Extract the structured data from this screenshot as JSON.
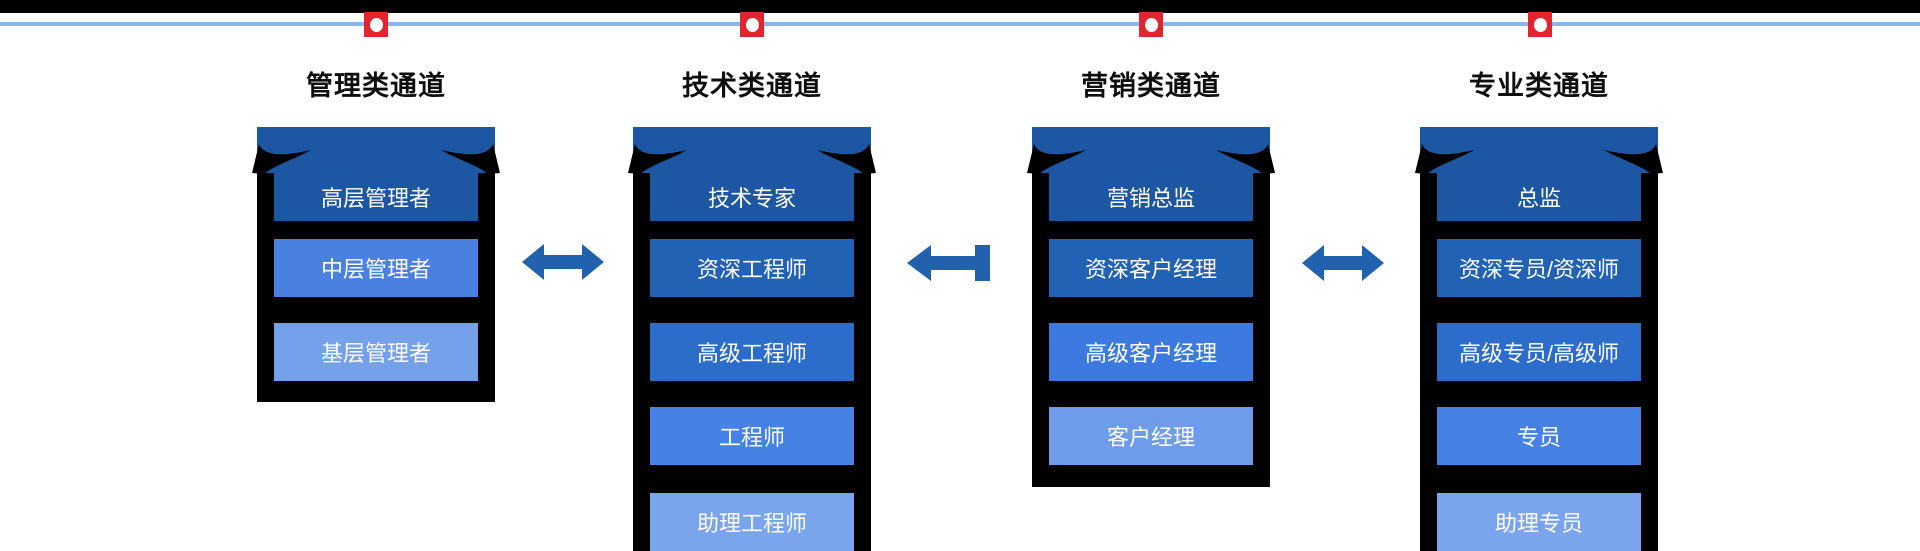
{
  "page": {
    "background_color": "#ffffff",
    "top_bar_color": "#000000",
    "divider_line_color": "#8ab6f0",
    "marker_color": "#e2242f",
    "marker_dot_color": "#ffffff",
    "frame_color": "#000000",
    "arrow_color": "#2161ae",
    "level_text_color": "#ffffff",
    "title_text_color": "#0f0f0f"
  },
  "columns": [
    {
      "title": "管理类通道",
      "levels": [
        {
          "label": "高层管理者",
          "color": "#1d56a3"
        },
        {
          "label": "中层管理者",
          "color": "#4a80e0"
        },
        {
          "label": "基层管理者",
          "color": "#74a1ea"
        }
      ]
    },
    {
      "title": "技术类通道",
      "levels": [
        {
          "label": "技术专家",
          "color": "#1d56a3"
        },
        {
          "label": "资深工程师",
          "color": "#2262b5"
        },
        {
          "label": "高级工程师",
          "color": "#2c6cca"
        },
        {
          "label": "工程师",
          "color": "#4681e4"
        },
        {
          "label": "助理工程师",
          "color": "#7aa4ec"
        }
      ]
    },
    {
      "title": "营销类通道",
      "levels": [
        {
          "label": "营销总监",
          "color": "#1d56a3"
        },
        {
          "label": "资深客户经理",
          "color": "#2262b5"
        },
        {
          "label": "高级客户经理",
          "color": "#3c7ae0"
        },
        {
          "label": "客户经理",
          "color": "#6f9cea"
        }
      ]
    },
    {
      "title": "专业类通道",
      "levels": [
        {
          "label": "总监",
          "color": "#1d56a3"
        },
        {
          "label": "资深专员/资深师",
          "color": "#2262b5"
        },
        {
          "label": "高级专员/高级师",
          "color": "#2c6cca"
        },
        {
          "label": "专员",
          "color": "#4681e4"
        },
        {
          "label": "助理专员",
          "color": "#7aa4ec"
        }
      ]
    }
  ],
  "arrows": [
    {
      "type": "double-headed",
      "between": "管理类通道 ↔ 技术类通道"
    },
    {
      "type": "left-pointing",
      "between": "营销类通道 → 技术类通道"
    },
    {
      "type": "double-headed",
      "between": "营销类通道 ↔ 专业类通道"
    }
  ]
}
